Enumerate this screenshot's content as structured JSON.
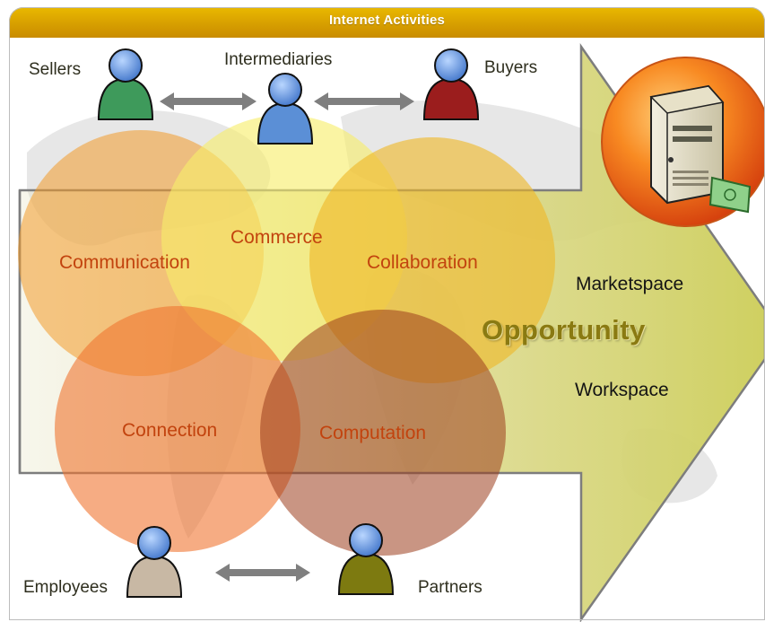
{
  "header": {
    "title": "Internet Activities"
  },
  "roles": {
    "sellers": "Sellers",
    "intermediaries": "Intermediaries",
    "buyers": "Buyers",
    "employees": "Employees",
    "partners": "Partners"
  },
  "activities": {
    "communication": "Communication",
    "commerce": "Commerce",
    "collaboration": "Collaboration",
    "connection": "Connection",
    "computation": "Computation"
  },
  "outcomes": {
    "marketspace": "Marketspace",
    "opportunity": "Opportunity",
    "workspace": "Workspace"
  },
  "colors": {
    "header": "#d9a300",
    "seller_figure": "#3f9a5a",
    "intermediary_figure": "#5b8fd6",
    "buyer_figure": "#9b1d1d",
    "employee_figure": "#c7b6a2",
    "partner_figure": "#7d7a10",
    "figure_head": "#5b8fd6",
    "communication": "#f4a640",
    "commerce": "#f6e770",
    "collaboration": "#f2c23b",
    "connection": "#f08a4a",
    "computation": "#a5502f",
    "arrow": "#d5d88a",
    "server_badge": "#e8621a"
  },
  "icons": [
    "person-icon",
    "double-arrow-icon",
    "server-icon",
    "money-icon",
    "world-map"
  ]
}
